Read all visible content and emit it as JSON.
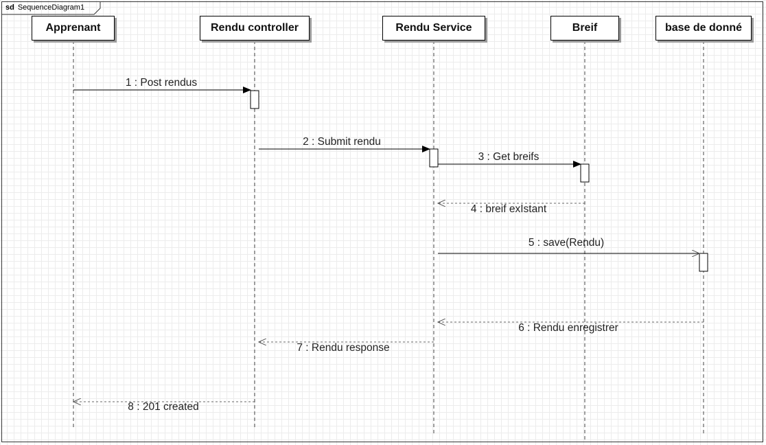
{
  "frame": {
    "keyword": "sd",
    "name": "SequenceDiagram1"
  },
  "lifelines": [
    {
      "id": "apprenant",
      "label": "Apprenant"
    },
    {
      "id": "controller",
      "label": "Rendu controller"
    },
    {
      "id": "service",
      "label": "Rendu Service"
    },
    {
      "id": "breif",
      "label": "Breif"
    },
    {
      "id": "db",
      "label": "base de donné"
    }
  ],
  "messages": [
    {
      "label": "1 : Post rendus",
      "from": "apprenant",
      "to": "controller",
      "kind": "sync"
    },
    {
      "label": "2 : Submit rendu",
      "from": "controller",
      "to": "service",
      "kind": "sync"
    },
    {
      "label": "3 : Get breifs",
      "from": "service",
      "to": "breif",
      "kind": "sync"
    },
    {
      "label": "4 : breif exIstant",
      "from": "breif",
      "to": "service",
      "kind": "return"
    },
    {
      "label": "5 : save(Rendu)",
      "from": "service",
      "to": "db",
      "kind": "async"
    },
    {
      "label": "6 : Rendu enregistrer",
      "from": "db",
      "to": "service",
      "kind": "return"
    },
    {
      "label": "7 : Rendu response",
      "from": "service",
      "to": "controller",
      "kind": "return"
    },
    {
      "label": "8 : 201 created",
      "from": "controller",
      "to": "apprenant",
      "kind": "return"
    }
  ],
  "colors": {
    "line": "#000000",
    "dashed": "#666666",
    "shadow": "#9a9a9a"
  }
}
